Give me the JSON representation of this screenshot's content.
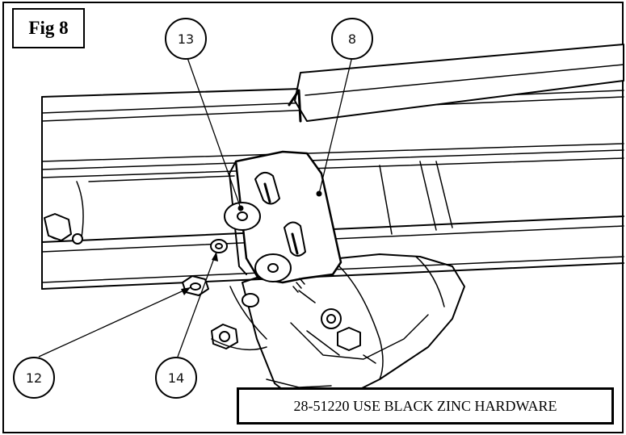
{
  "figure": {
    "label": "Fig 8"
  },
  "callouts": [
    {
      "id": "13",
      "text": "13"
    },
    {
      "id": "8",
      "text": "8"
    },
    {
      "id": "12",
      "text": "12"
    },
    {
      "id": "14",
      "text": "14"
    }
  ],
  "note": {
    "text": "28-51220 USE BLACK ZINC HARDWARE"
  }
}
